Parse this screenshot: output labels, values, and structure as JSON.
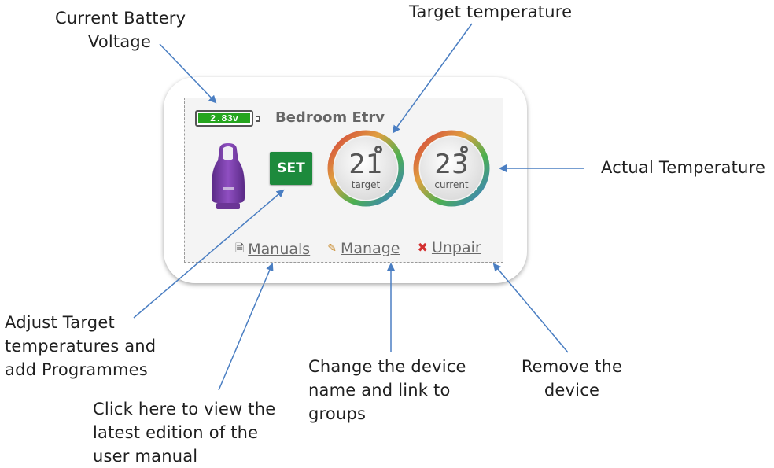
{
  "callouts": {
    "battery": [
      "Current Battery",
      "Voltage"
    ],
    "target": [
      "Target temperature"
    ],
    "actual": [
      "Actual Temperature"
    ],
    "adjust": [
      "Adjust Target",
      "temperatures and",
      "add Programmes"
    ],
    "manual": [
      "Click here to view the",
      "latest edition of the",
      "user manual"
    ],
    "change": [
      "Change the device",
      "name and link to",
      "groups"
    ],
    "remove": [
      "Remove the",
      "device"
    ]
  },
  "device": {
    "battery_voltage": "2.83v",
    "name": "Bedroom Etrv",
    "set_label": "SET",
    "target_value": "21",
    "target_label": "target",
    "current_value": "23",
    "current_label": "current"
  },
  "links": {
    "manuals": "Manuals",
    "manage": "Manage",
    "unpair": "Unpair"
  },
  "icons": {
    "manuals": "document-icon",
    "manage": "pencil-icon",
    "unpair": "close-icon"
  },
  "colors": {
    "battery": "#25a51e",
    "set_button": "#1d8a3c",
    "arrow": "#4a7ec2",
    "device": "#7b3fa8"
  }
}
